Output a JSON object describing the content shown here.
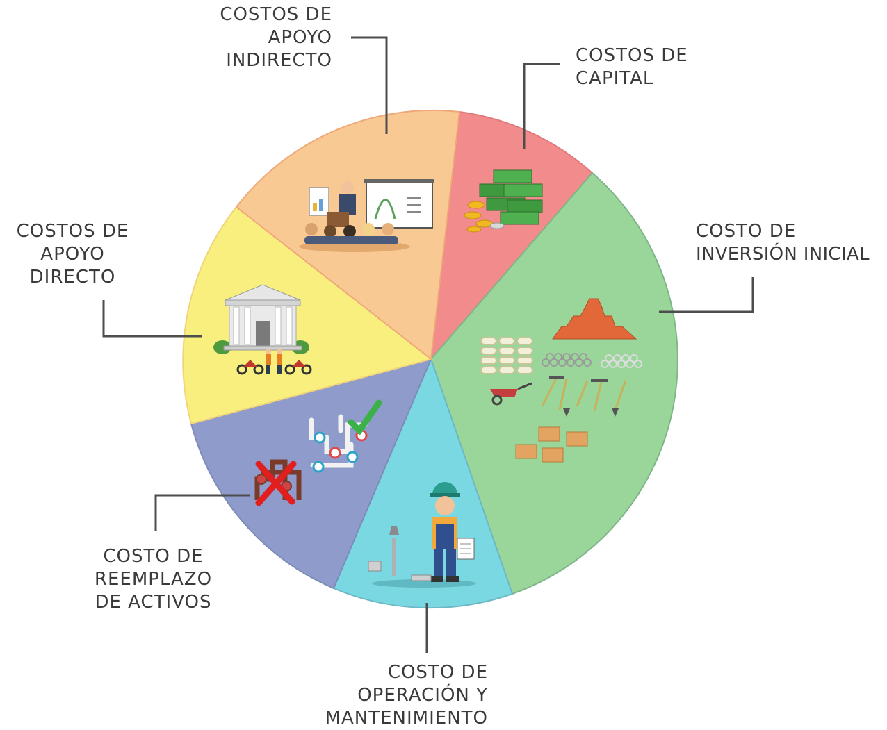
{
  "segments": [
    {
      "key": "capital",
      "color": "#f28b8c",
      "icon": "money-stack-icon",
      "label_lines": [
        "COSTOS DE",
        "CAPITAL"
      ]
    },
    {
      "key": "inversion",
      "color": "#9ad69a",
      "icon": "construction-materials-icon",
      "label_lines": [
        "COSTO DE",
        "INVERSIÓN INICIAL"
      ]
    },
    {
      "key": "operacion",
      "color": "#7ad8e3",
      "icon": "worker-icon",
      "label_lines": [
        "COSTO DE",
        "OPERACIÓN Y",
        "MANTENIMIENTO"
      ]
    },
    {
      "key": "reemplazo",
      "color": "#8f9ccb",
      "icon": "pipe-replacement-icon",
      "label_lines": [
        "COSTO DE",
        "REEMPLAZO",
        "DE ACTIVOS"
      ]
    },
    {
      "key": "directo",
      "color": "#f9ef7f",
      "icon": "government-building-icon",
      "label_lines": [
        "COSTOS DE",
        "APOYO",
        "DIRECTO"
      ]
    },
    {
      "key": "indirecto",
      "color": "#f8c992",
      "icon": "presentation-meeting-icon",
      "label_lines": [
        "COSTOS DE",
        "APOYO",
        "INDIRECTO"
      ]
    }
  ],
  "colors": {
    "leader_line": "#4d4d4d",
    "text": "#3a3a3a"
  }
}
